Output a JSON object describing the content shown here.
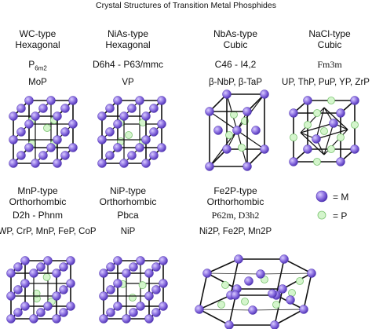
{
  "title": "Crystal Structures of Transition Metal Phosphides",
  "colors": {
    "metal": "#8a6ee0",
    "metal_dark": "#4b2fb0",
    "phosphorus": "#c8f0c0",
    "phosphorus_edge": "#79c36f",
    "line": "#111111"
  },
  "structures": [
    {
      "type_label": "WC-type",
      "system": "Hexagonal",
      "symbol": "P6m2",
      "symbol_sub": "6m2",
      "compounds": "MoP"
    },
    {
      "type_label": "NiAs-type",
      "system": "Hexagonal",
      "symbol": "D6h4 - P63/mmc",
      "compounds": "VP"
    },
    {
      "type_label": "NbAs-type",
      "system": "Cubic",
      "symbol": "C46 - I4,2",
      "compounds": "β-NbP, β-TaP"
    },
    {
      "type_label": "NaCl-type",
      "system": "Cubic",
      "symbol": "Fm3m",
      "compounds": "UP, ThP, PuP, YP, ZrP"
    },
    {
      "type_label": "MnP-type",
      "system": "Orthorhombic",
      "symbol": "D2h - Phnm",
      "compounds": "WP, CrP, MnP, FeP, CoP"
    },
    {
      "type_label": "NiP-type",
      "system": "Orthorhombic",
      "symbol": "Pbca",
      "compounds": "NiP"
    },
    {
      "type_label": "Fe2P-type",
      "system": "Orthorhombic",
      "symbol": "P62m, D3h2",
      "compounds": "Ni2P, Fe2P, Mn2P"
    }
  ],
  "legend": {
    "metal_label": "= M",
    "phosphorus_label": "= P"
  }
}
